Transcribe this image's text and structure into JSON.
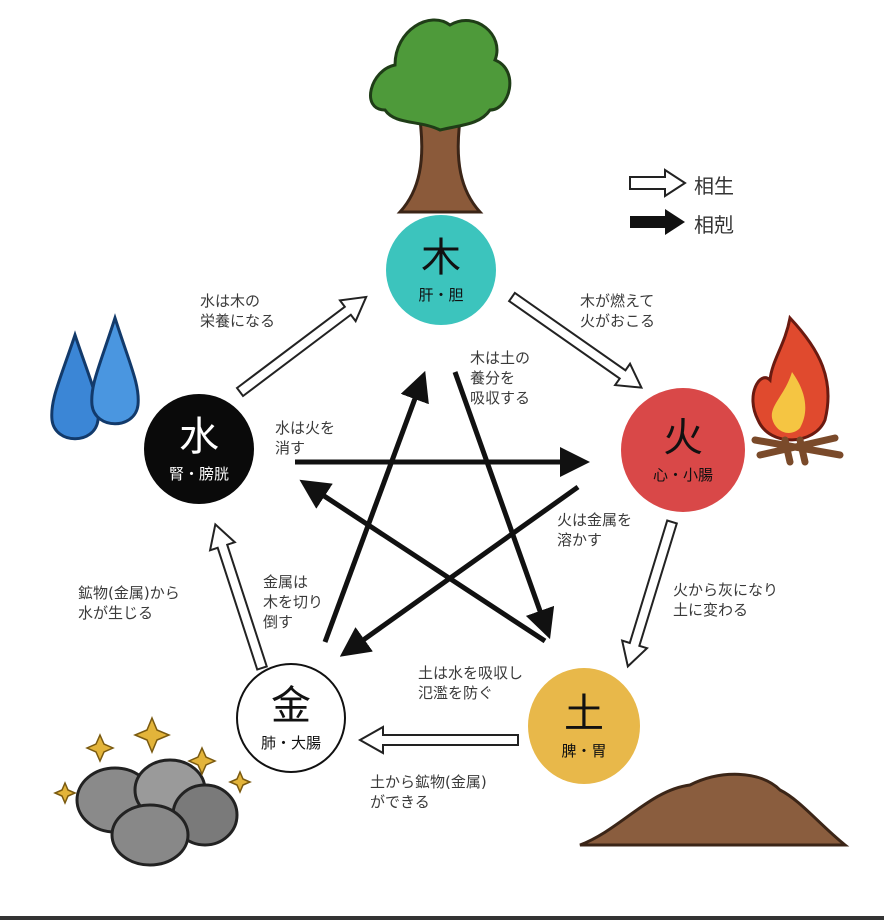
{
  "legend": {
    "generating": "相生",
    "controlling": "相剋"
  },
  "elements": {
    "wood": {
      "char": "木",
      "organs": "肝・胆",
      "color": "#3cc4bd"
    },
    "fire": {
      "char": "火",
      "organs": "心・小腸",
      "color": "#d94848"
    },
    "earth": {
      "char": "土",
      "organs": "脾・胃",
      "color": "#e8b84a"
    },
    "metal": {
      "char": "金",
      "organs": "肺・大腸",
      "color": "#ffffff"
    },
    "water": {
      "char": "水",
      "organs": "腎・膀胱",
      "color": "#0a0a0a"
    }
  },
  "labels": {
    "water_wood": "水は木の\n栄養になる",
    "wood_fire": "木が燃えて\n火がおこる",
    "wood_earth": "木は土の\n養分を\n吸収する",
    "water_fire": "水は火を\n消す",
    "fire_metal": "火は金属を\n溶かす",
    "fire_earth": "火から灰になり\n土に変わる",
    "metal_wood": "金属は\n木を切り\n倒す",
    "metal_water": "鉱物(金属)から\n水が生じる",
    "earth_water": "土は水を吸収し\n氾濫を防ぐ",
    "earth_metal": "土から鉱物(金属)\nができる"
  }
}
